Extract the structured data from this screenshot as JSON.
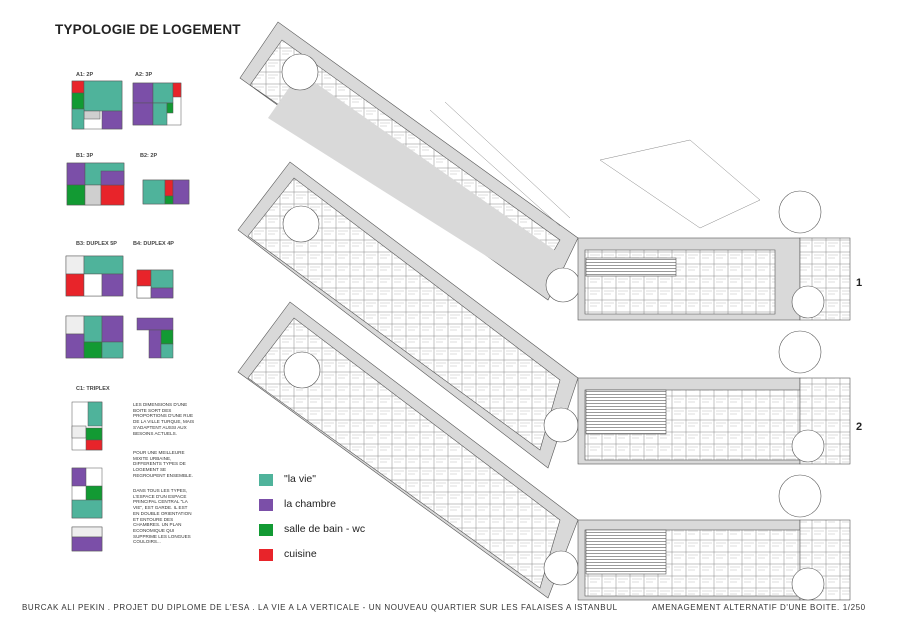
{
  "title": "TYPOLOGIE DE LOGEMENT",
  "typologies": [
    {
      "label": "A1: 2P"
    },
    {
      "label": "A2: 3P"
    },
    {
      "label": "B1: 3P"
    },
    {
      "label": "B2: 2P"
    },
    {
      "label": "B3: DUPLEX 5P"
    },
    {
      "label": "B4: DUPLEX 4P"
    },
    {
      "label": "C1: TRIPLEX"
    }
  ],
  "note_1": "LES DIMENSIONS D'UNE BOITE SORT DES PROPORTIONS D'UNE RUE DE LA VILLE TURQUE, MAIS S'ADAPTENT AUSSI AUX BESOINS ACTUELS.",
  "note_2": "POUR UNE MEILLEURE MIXITE URBAINE, DIFFERENTS TYPES DE LOGEMENT SE REGROUPENT ENSEMBLE.",
  "note_3": "DANS TOUS LES TYPES, L'ESPACE D'UN ESPACE PRINCIPAL CENTRAL \"LA VIE\", EST GARDE. IL EST EN DOUBLE ORIENTATION ET ENTOURE DES CHAMBRES. UN PLAN ECONOMIQUE QUI SUPPRIME LES LONGUES COULOIRS...",
  "legend": [
    {
      "label": "\"la vie\"",
      "color": "#4fb39b"
    },
    {
      "label": "la chambre",
      "color": "#7b4fa8"
    },
    {
      "label": "salle de bain - wc",
      "color": "#129a33"
    },
    {
      "label": "cuisine",
      "color": "#e8242a"
    }
  ],
  "colors": {
    "vie": "#4fb39b",
    "chambre": "#7b4fa8",
    "sdb": "#129a33",
    "cuisine": "#e8242a",
    "circulation": "#cfcfcf",
    "line": "#555555"
  },
  "plan_numbers": [
    "1",
    "2"
  ],
  "footer_left": "BURCAK ALI PEKIN . PROJET DU DIPLOME DE L'ESA . LA VIE A LA VERTICALE - UN NOUVEAU QUARTIER SUR LES FALAISES A ISTANBUL",
  "footer_right": "AMENAGEMENT ALTERNATIF D'UNE BOITE.  1/250"
}
